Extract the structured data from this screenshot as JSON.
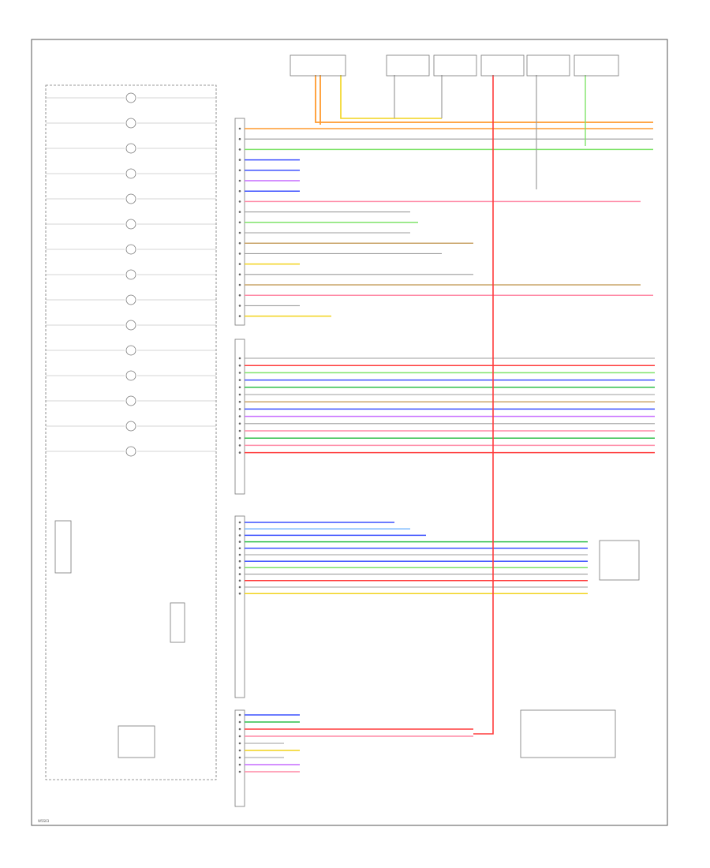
{
  "figure_id": "W5S03",
  "colors": {
    "background": "#ffffff",
    "frame": "#555555",
    "wire_neutral": "#c8c8c8",
    "red": "#ff3b3b",
    "pink": "#ff8aa6",
    "orange": "#ff9a2e",
    "yellow": "#f2d31c",
    "light_green": "#7fe36a",
    "green": "#2fbf4a",
    "blue": "#3c50ff",
    "light_blue": "#79b8ff",
    "violet": "#c66bff",
    "tan": "#caa56a",
    "gray": "#9c9c9c",
    "black": "#222222"
  },
  "cluster": {
    "gauges": [
      {
        "id": "g1"
      },
      {
        "id": "g2"
      },
      {
        "id": "g3"
      },
      {
        "id": "g4"
      },
      {
        "id": "g5"
      },
      {
        "id": "g6"
      },
      {
        "id": "g7"
      },
      {
        "id": "g8"
      },
      {
        "id": "g9"
      },
      {
        "id": "g10"
      },
      {
        "id": "g11"
      },
      {
        "id": "g12"
      },
      {
        "id": "g13"
      },
      {
        "id": "g14"
      },
      {
        "id": "g15"
      }
    ]
  },
  "connectors": {
    "c1": {
      "wires": [
        {
          "color": "orange"
        },
        {
          "color": "gray"
        },
        {
          "color": "light_green"
        },
        {
          "color": "blue"
        },
        {
          "color": "blue"
        },
        {
          "color": "violet"
        },
        {
          "color": "blue"
        },
        {
          "color": "pink"
        },
        {
          "color": "gray"
        },
        {
          "color": "light_green"
        },
        {
          "color": "gray"
        },
        {
          "color": "tan"
        },
        {
          "color": "gray"
        },
        {
          "color": "yellow"
        },
        {
          "color": "gray"
        },
        {
          "color": "tan"
        },
        {
          "color": "pink"
        },
        {
          "color": "gray"
        },
        {
          "color": "yellow"
        }
      ]
    },
    "c2": {
      "wires": [
        {
          "color": "gray"
        },
        {
          "color": "red"
        },
        {
          "color": "light_green"
        },
        {
          "color": "blue"
        },
        {
          "color": "green"
        },
        {
          "color": "gray"
        },
        {
          "color": "tan"
        },
        {
          "color": "blue"
        },
        {
          "color": "violet"
        },
        {
          "color": "gray"
        },
        {
          "color": "pink"
        },
        {
          "color": "green"
        },
        {
          "color": "pink"
        },
        {
          "color": "red"
        }
      ]
    },
    "c3": {
      "wires": [
        {
          "color": "blue"
        },
        {
          "color": "light_blue"
        },
        {
          "color": "blue"
        },
        {
          "color": "green"
        },
        {
          "color": "blue"
        },
        {
          "color": "gray"
        },
        {
          "color": "blue"
        },
        {
          "color": "light_green"
        },
        {
          "color": "gray"
        },
        {
          "color": "red"
        },
        {
          "color": "gray"
        },
        {
          "color": "yellow"
        }
      ]
    },
    "c4": {
      "wires": [
        {
          "color": "blue"
        },
        {
          "color": "green"
        },
        {
          "color": "red"
        },
        {
          "color": "pink"
        },
        {
          "color": "gray"
        },
        {
          "color": "yellow"
        },
        {
          "color": "gray"
        },
        {
          "color": "violet"
        },
        {
          "color": "pink"
        }
      ]
    }
  }
}
